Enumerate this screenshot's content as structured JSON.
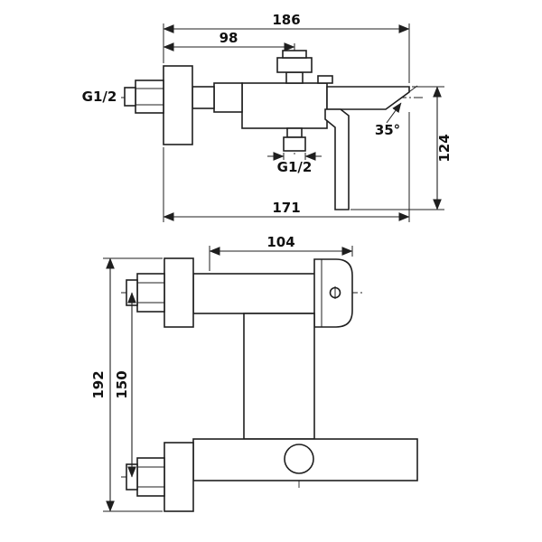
{
  "drawing": {
    "description": "Wall-mounted bath mixer faucet dimensional drawing, two orthographic views",
    "line_color": "#1f1f1f",
    "side_view": {
      "dim_total_width": "186",
      "dim_cartridge_offset": "98",
      "inlet_thread": "G1/2",
      "spout_angle": "35°",
      "dim_height": "124",
      "outlet_thread": "G1/2",
      "dim_bottom_width": "171"
    },
    "front_view": {
      "dim_top_width": "104",
      "dim_total_height": "192",
      "dim_inlet_spacing": "150"
    }
  }
}
